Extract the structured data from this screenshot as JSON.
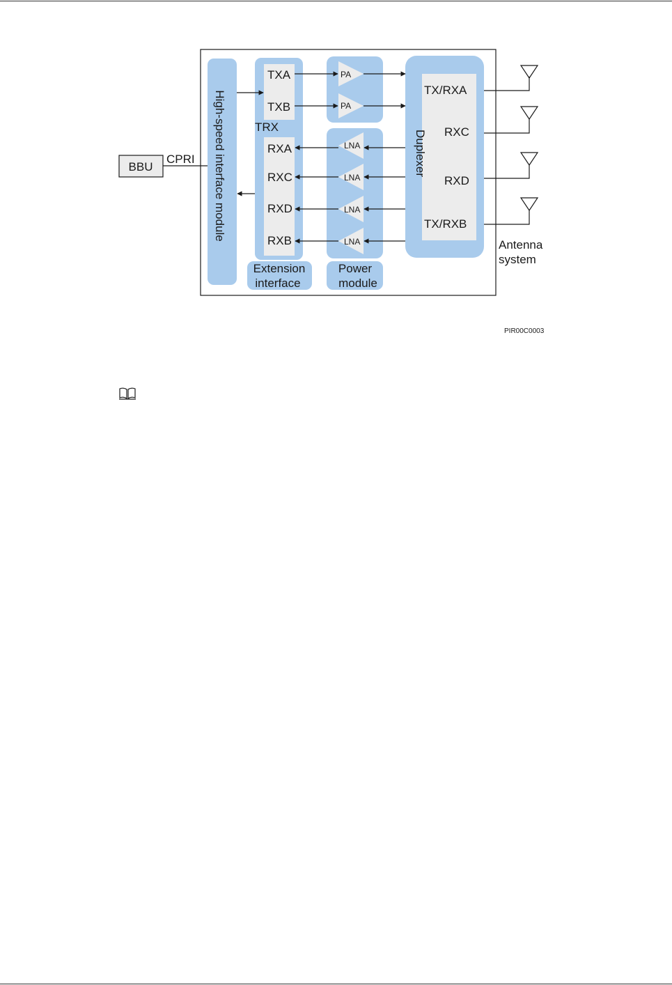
{
  "diagram": {
    "bbu": "BBU",
    "cpri": "CPRI",
    "hsi_module": "High-speed interface module",
    "trx": "TRX",
    "tx_ports": [
      "TXA",
      "TXB"
    ],
    "rx_ports": [
      "RXA",
      "RXC",
      "RXD",
      "RXB"
    ],
    "pa": "PA",
    "lna": "LNA",
    "duplexer": "Duplexer",
    "duplexer_ports": [
      "TX/RXA",
      "RXC",
      "RXD",
      "TX/RXB"
    ],
    "extension_interface": [
      "Extension",
      "interface"
    ],
    "power_module": [
      "Power",
      "module"
    ],
    "antenna_system": [
      "Antenna",
      "system"
    ],
    "figure_code": "PIR00C0003"
  },
  "colors": {
    "block_blue": "#a9cbec",
    "inner_grey": "#ececec",
    "line": "#1a1a1a"
  },
  "icons": {
    "note": "book-icon"
  }
}
